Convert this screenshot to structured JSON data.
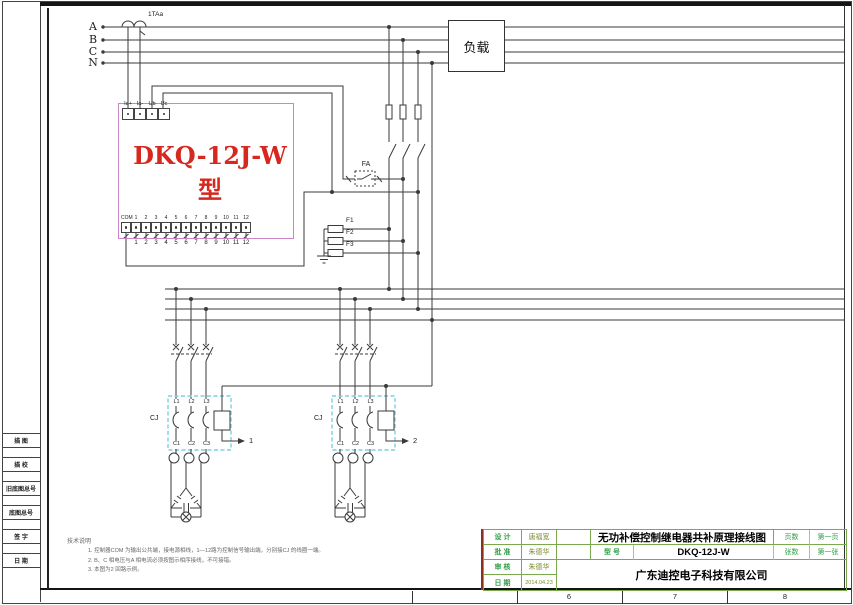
{
  "sheet": {
    "zone_numbers": [
      "6",
      "7",
      "8"
    ],
    "margin_labels": [
      "描 图",
      "描 校",
      "旧底图总号",
      "底图总号",
      "签 字",
      "日 期"
    ]
  },
  "power": {
    "phases": [
      "A",
      "B",
      "C",
      "N"
    ],
    "ct_label": "1TAa",
    "load_label": "负载"
  },
  "controller": {
    "name": "DKQ-12J-W型",
    "input_terminals": [
      "Ia+",
      "Ia-",
      "Ub",
      "Uc"
    ],
    "output_labels": [
      "COM",
      "1",
      "2",
      "3",
      "4",
      "5",
      "6",
      "7",
      "8",
      "9",
      "10",
      "11",
      "12"
    ],
    "output_numbers": [
      "1",
      "2",
      "3",
      "4",
      "5",
      "6",
      "7",
      "8",
      "9",
      "10",
      "11",
      "12"
    ]
  },
  "protection": {
    "aux_switch": "FA",
    "fuse1": "F1",
    "fuse2": "F2",
    "fuse3": "F3"
  },
  "branches": [
    {
      "contactor": "CJ",
      "top_terminals": [
        "L1",
        "L2",
        "L3"
      ],
      "bottom_terminals": [
        "C1",
        "C2",
        "C3"
      ],
      "output_ref": "1"
    },
    {
      "contactor": "CJ",
      "top_terminals": [
        "L1",
        "L2",
        "L3"
      ],
      "bottom_terminals": [
        "C1",
        "C2",
        "C3"
      ],
      "output_ref": "2"
    }
  ],
  "notes": {
    "header": "技术说明",
    "items": [
      "1.  控制器COM 为输出公共端，接电源相线，1—12路为控制信号输出端，分别接CJ 的线圈一端。",
      "2.  B、C 相电压与A 相电流必须按图示相序接线，不可接错。",
      "3.  本图为2 回路示例。"
    ]
  },
  "titleblock": {
    "design_label": "设 计",
    "design_name": "唐福宽",
    "approve_label": "批 准",
    "approve_name": "朱德华",
    "review_label": "审 核",
    "review_name": "朱德华",
    "date_label": "日 期",
    "date_value": "2014.04.23",
    "title": "无功补偿控制继电器共补原理接线图",
    "model_label": "型 号",
    "model_value": "DKQ-12J-W",
    "pages_label": "页数",
    "pages_value": "第一页",
    "sheets_label": "张数",
    "sheets_value": "第一张",
    "company": "广东迪控电子科技有限公司"
  },
  "colors": {
    "line": "#3a3a3a",
    "device_border": "#c886c8",
    "device_name_red": "#d6281e",
    "contactor_border": "#7ccfe0",
    "titleblock_green": "#79aa4e",
    "titleblock_yellow": "#c9bd55",
    "titleblock_redbar": "#8b3020"
  }
}
